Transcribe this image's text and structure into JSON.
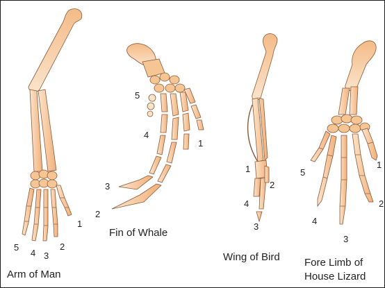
{
  "colors": {
    "bone_light": "#fbe4cb",
    "bone_dark": "#f2b07a",
    "outline": "#8a5a3a",
    "text": "#222222"
  },
  "limbs": [
    {
      "caption": [
        "Arm of Man"
      ],
      "digits": [
        "1",
        "2",
        "3",
        "4",
        "5"
      ]
    },
    {
      "caption": [
        "Fin of Whale"
      ],
      "digits": [
        "1",
        "2",
        "3",
        "4",
        "5"
      ]
    },
    {
      "caption": [
        "Wing of Bird"
      ],
      "digits": [
        "1",
        "2",
        "3",
        "4"
      ]
    },
    {
      "caption": [
        "Fore Limb of",
        "House Lizard"
      ],
      "digits": [
        "1",
        "2",
        "3",
        "4",
        "5"
      ]
    }
  ]
}
